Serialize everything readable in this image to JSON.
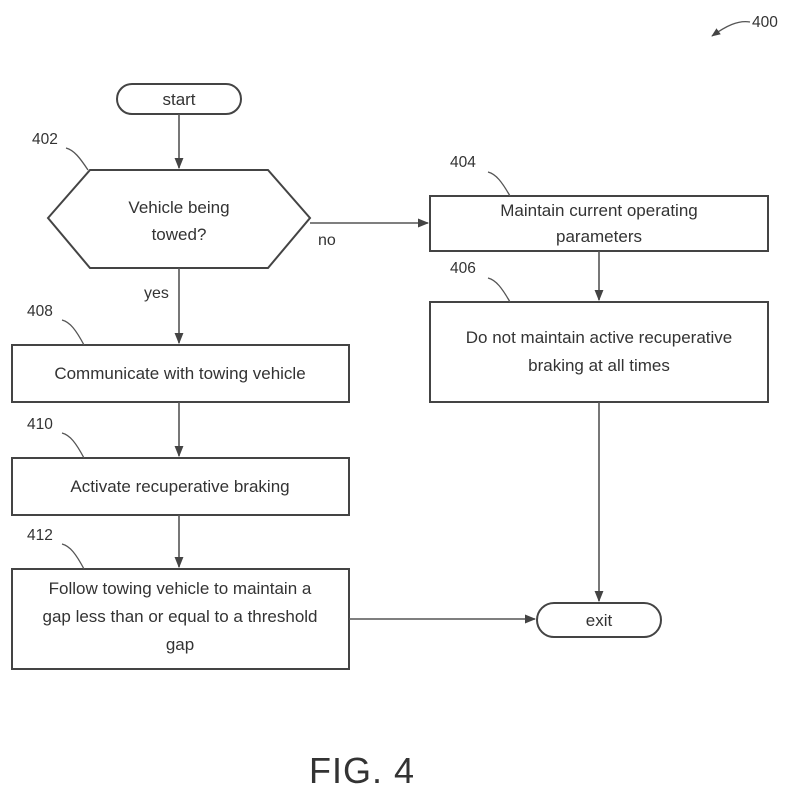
{
  "figure": {
    "ref": "400",
    "caption": "FIG. 4"
  },
  "nodes": {
    "start": {
      "label": "start"
    },
    "n402": {
      "ref": "402",
      "lines": [
        "Vehicle being",
        "towed?"
      ]
    },
    "n404": {
      "ref": "404",
      "lines": [
        "Maintain current operating",
        "parameters"
      ]
    },
    "n406": {
      "ref": "406",
      "lines": [
        "Do not maintain active recuperative",
        "braking at all times"
      ]
    },
    "n408": {
      "ref": "408",
      "lines": [
        "Communicate with towing vehicle"
      ]
    },
    "n410": {
      "ref": "410",
      "lines": [
        "Activate recuperative braking"
      ]
    },
    "n412": {
      "ref": "412",
      "lines": [
        "Follow towing vehicle to maintain a",
        "gap less than or equal to a threshold",
        "gap"
      ]
    },
    "exit": {
      "label": "exit"
    }
  },
  "edges": {
    "no": "no",
    "yes": "yes"
  }
}
